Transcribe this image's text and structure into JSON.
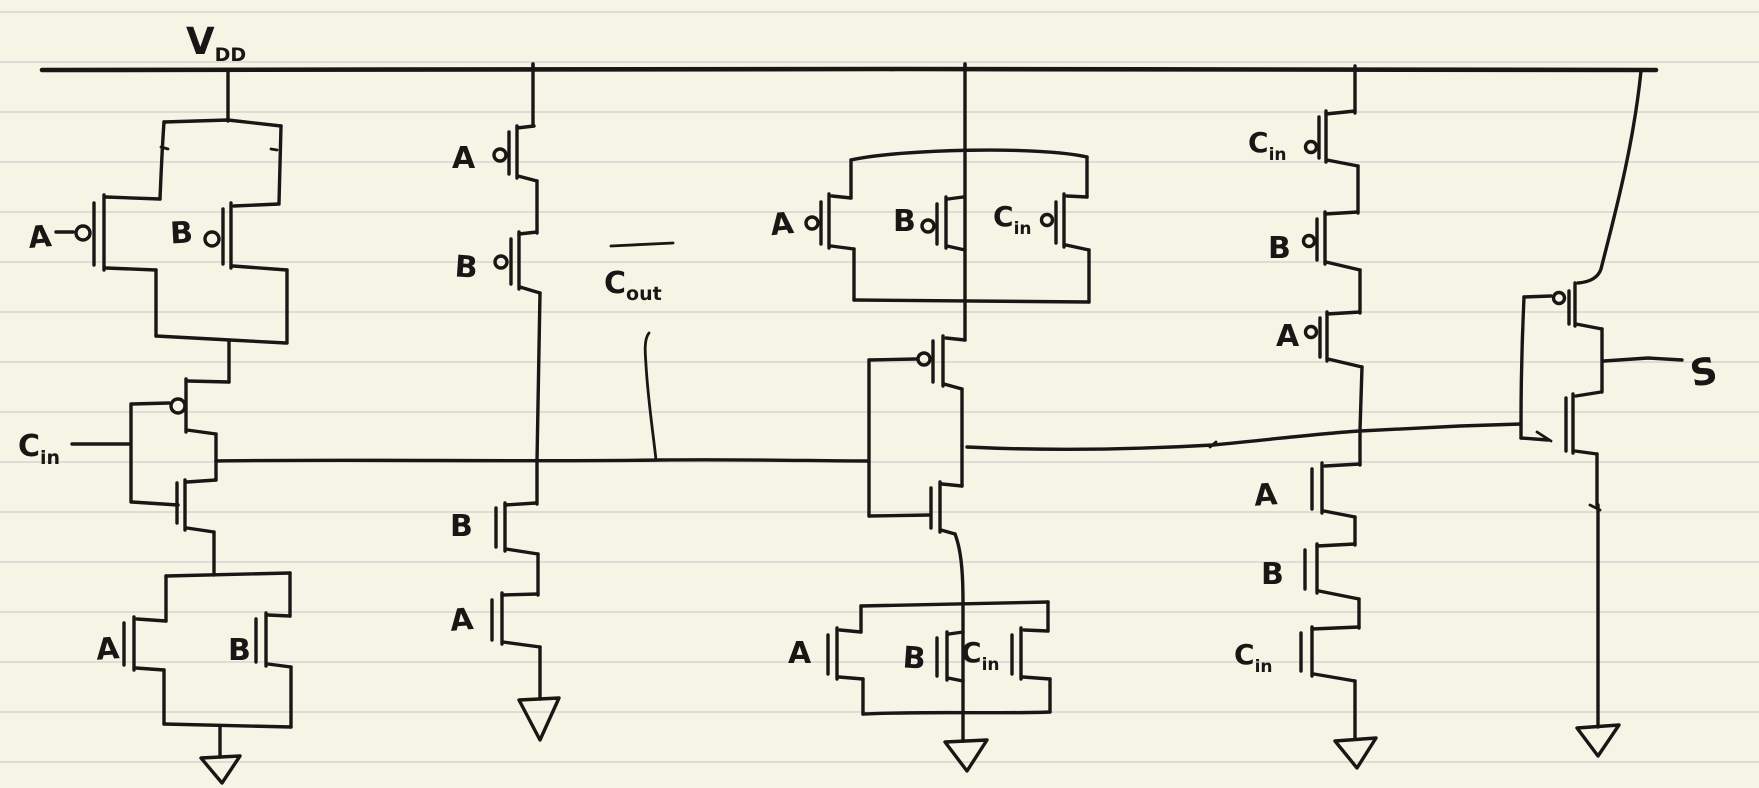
{
  "meta": {
    "description": "Hand-drawn transistor-level CMOS mirror full adder schematic on ruled note paper"
  },
  "colors": {
    "paper": "#f6f4e5",
    "rule_line": "#d7dbd4",
    "ink": "#181715"
  },
  "circuit": {
    "kind": "CMOS mirror full adder, transistor level",
    "inputs": [
      "A",
      "B",
      "Cin"
    ],
    "internal_node": "Cout inverted (overbar)",
    "output": "S",
    "power_rail": "VDD",
    "ground_symbol_count": 5,
    "transistor_count": 26
  },
  "labels": {
    "vdd": {
      "base": "V",
      "sub": "DD"
    },
    "cout_bar": {
      "base": "C",
      "sub": "out"
    },
    "sum_out": "S",
    "carry": {
      "pullup_a": "A",
      "pullup_b": "B",
      "cin": {
        "base": "C",
        "sub": "in"
      },
      "pulldown_a": "A",
      "pulldown_b": "B",
      "series_pmos_a": "A",
      "series_pmos_b": "B",
      "series_nmos_b": "B",
      "series_nmos_a": "A"
    },
    "sum_stage": {
      "pullup_a": "A",
      "pullup_b": "B",
      "pullup_cin": {
        "base": "C",
        "sub": "in"
      },
      "pulldown_a": "A",
      "pulldown_b": "B",
      "pulldown_cin": {
        "base": "C",
        "sub": "in"
      },
      "series_pmos_cin": {
        "base": "C",
        "sub": "in"
      },
      "series_pmos_b": "B",
      "series_pmos_a": "A",
      "series_nmos_a": "A",
      "series_nmos_b": "B",
      "series_nmos_cin": {
        "base": "C",
        "sub": "in"
      }
    }
  }
}
